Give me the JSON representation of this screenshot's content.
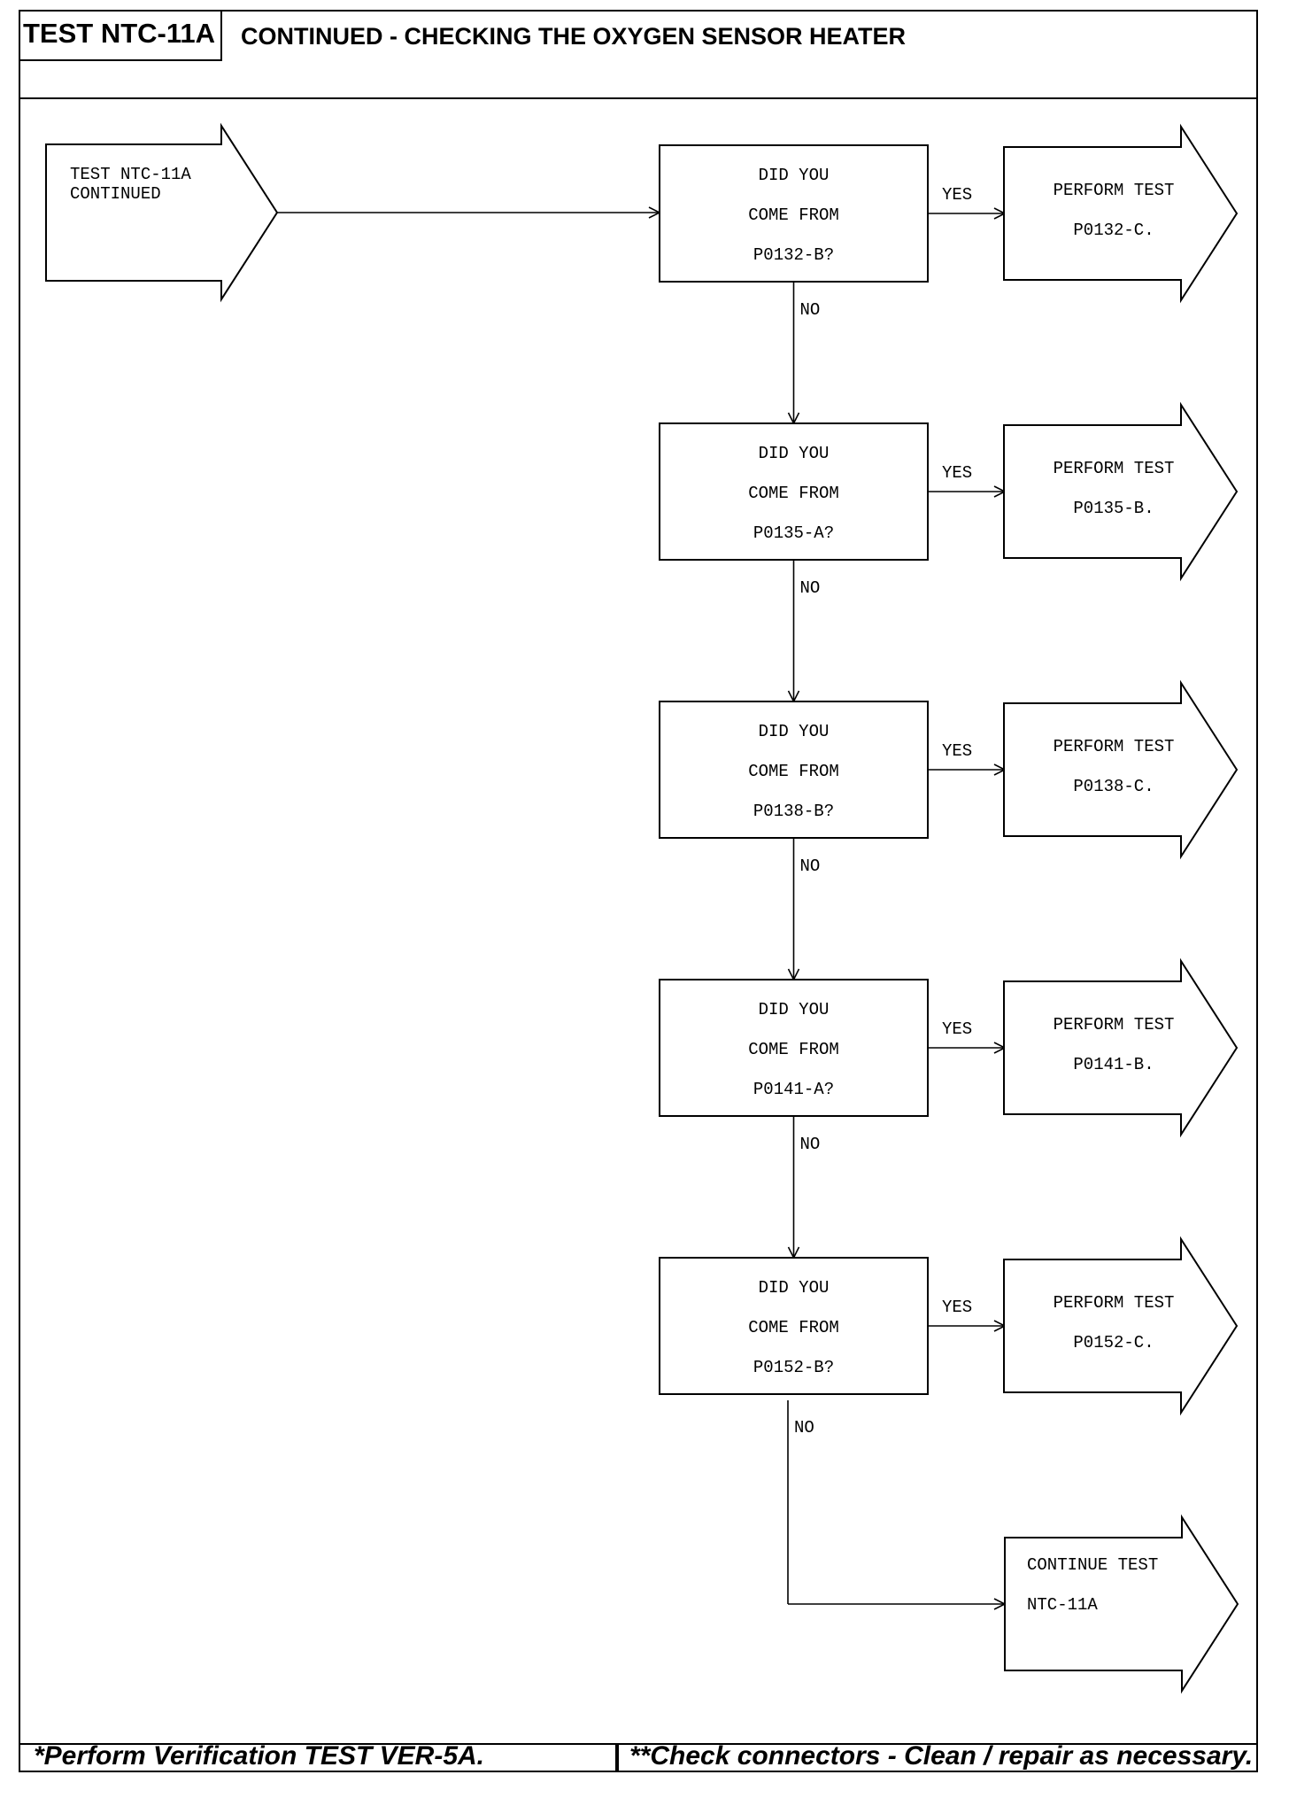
{
  "header": {
    "test_id": "TEST NTC-11A",
    "title": "CONTINUED - CHECKING THE OXYGEN SENSOR HEATER"
  },
  "entry": {
    "lines": [
      "TEST NTC-11A",
      "CONTINUED"
    ]
  },
  "labels": {
    "yes": "YES",
    "no": "NO"
  },
  "steps": [
    {
      "question": [
        "DID YOU",
        "COME FROM",
        "P0132-B?"
      ],
      "result": [
        "PERFORM TEST",
        "P0132-C."
      ]
    },
    {
      "question": [
        "DID YOU",
        "COME FROM",
        "P0135-A?"
      ],
      "result": [
        "PERFORM TEST",
        "P0135-B."
      ]
    },
    {
      "question": [
        "DID YOU",
        "COME FROM",
        "P0138-B?"
      ],
      "result": [
        "PERFORM TEST",
        "P0138-C."
      ]
    },
    {
      "question": [
        "DID YOU",
        "COME FROM",
        "P0141-A?"
      ],
      "result": [
        "PERFORM TEST",
        "P0141-B."
      ]
    },
    {
      "question": [
        "DID YOU",
        "COME FROM",
        "P0152-B?"
      ],
      "result": [
        "PERFORM TEST",
        "P0152-C."
      ]
    }
  ],
  "final": {
    "lines": [
      "CONTINUE TEST",
      "NTC-11A"
    ]
  },
  "footer": {
    "left": "*Perform Verification TEST VER-5A.",
    "right": "**Check connectors - Clean / repair as necessary."
  }
}
